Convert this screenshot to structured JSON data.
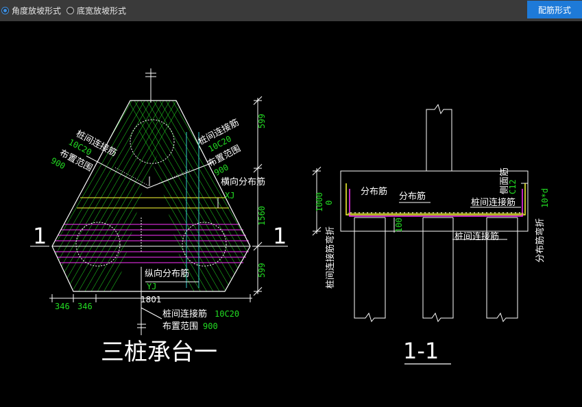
{
  "toolbar": {
    "option_angle": "角度放坡形式",
    "option_width": "底宽放坡形式",
    "rebar_button": "配筋形式"
  },
  "plan": {
    "section_marker_left": "1",
    "section_marker_right": "1",
    "label_link_left": "桩间连接筋",
    "label_link_left_spec": "10C20",
    "label_range_left": "布置范围",
    "label_range_left_value": "900",
    "label_link_right": "桩间连接筋",
    "label_link_right_spec": "10C20",
    "label_range_right": "布置范围",
    "label_range_right_value": "900",
    "label_transverse": "横向分布筋",
    "label_xj": "XJ",
    "label_longitudinal": "纵向分布筋",
    "label_yj": "YJ",
    "dim_top": "599",
    "dim_mid": "1560",
    "dim_bot": "599",
    "dim_left_1": "346",
    "dim_left_2": "346",
    "dim_width": "1801",
    "label_link_bottom": "桩间连接筋",
    "label_link_bottom_spec": "10C20",
    "label_range_bottom": "布置范围",
    "label_range_bottom_value": "900",
    "title": "三桩承台一"
  },
  "section": {
    "label_dist1": "分布筋",
    "label_dist2": "分布筋",
    "label_side": "侧面筋",
    "label_side_spec": "C12",
    "label_link": "桩间连接筋",
    "label_link2": "桩间连接筋",
    "label_link_bend": "桩间连接筋弯折",
    "label_dist_bend": "分布筋弯折",
    "dim_bend": "10*d",
    "dim_height": "1000",
    "dim_zero": "0",
    "dim_cover": "100",
    "title": "1-1"
  },
  "colors": {
    "green": "#22dd22",
    "magenta": "#ff33ff",
    "yellow": "#ffff33",
    "cyan": "#33cccc",
    "accent": "#1e7ad8"
  }
}
